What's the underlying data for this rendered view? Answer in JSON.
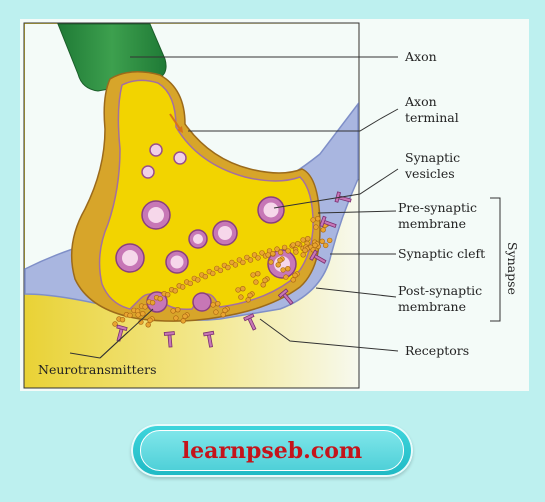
{
  "labels": {
    "axon": "Axon",
    "axon_terminal_1": "Axon",
    "axon_terminal_2": "terminal",
    "synaptic_vesicles_1": "Synaptic",
    "synaptic_vesicles_2": "vesicles",
    "presynaptic_1": "Pre-synaptic",
    "presynaptic_2": "membrane",
    "synaptic_cleft": "Synaptic cleft",
    "postsynaptic_1": "Post-synaptic",
    "postsynaptic_2": "membrane",
    "synapse": "Synapse",
    "receptors": "Receptors",
    "neurotransmitters": "Neurotransmitters"
  },
  "site": {
    "name": "learnpseb.com"
  },
  "colors": {
    "page_background": "#bdf0ef",
    "axon_green": "#2e8b3e",
    "terminal_yellow": "#f2d400",
    "postsynaptic_blue": "#a9b6e0",
    "vesicle_pink": "#c777b6",
    "site_text": "#c4141b"
  }
}
